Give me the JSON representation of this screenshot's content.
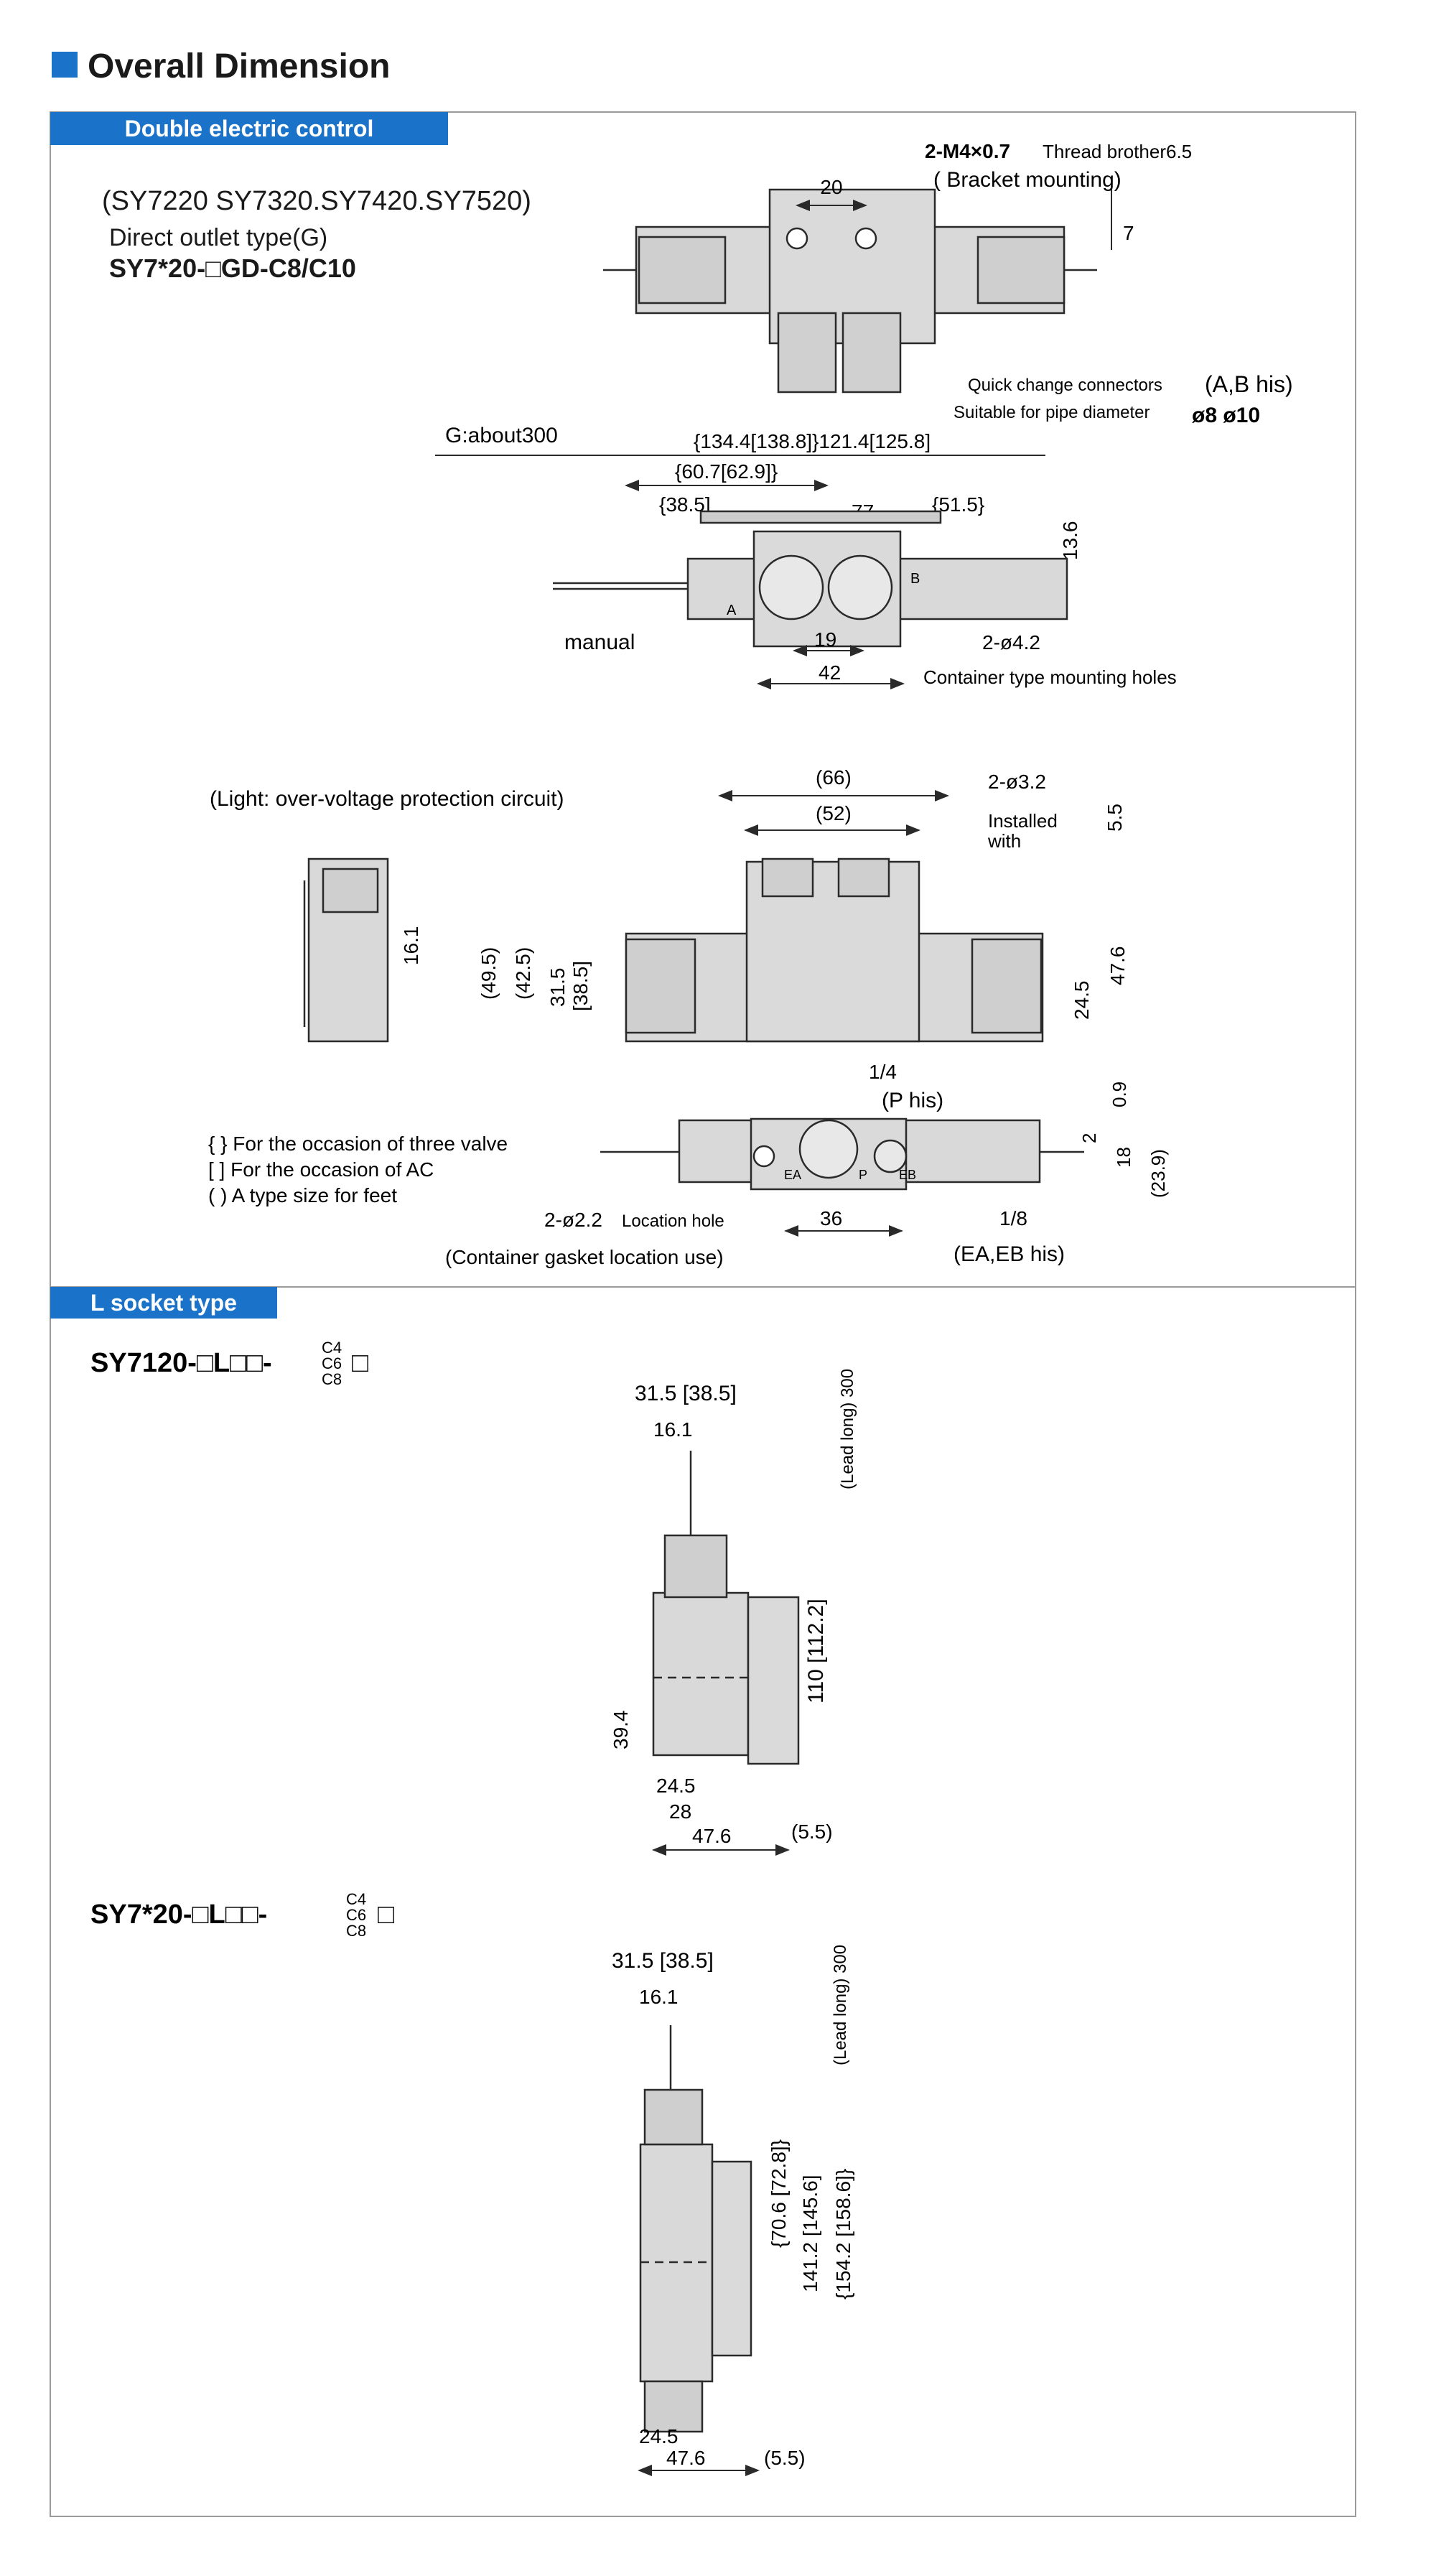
{
  "title": "Overall Dimension",
  "colors": {
    "accent": "#1a73c8",
    "line": "#2a2a2a",
    "body": "#d9d9d9",
    "frame": "#9a9a9a"
  },
  "sections": [
    {
      "tag": "Double electric control",
      "models_line": "(SY7220 SY7320.SY7420.SY7520)",
      "subtitle": "Direct outlet type(G)",
      "code": "SY7*20-□GD-C8/C10",
      "top_view": {
        "dims": {
          "d20": "20",
          "d7": "7"
        },
        "thread_label": "2-M4×0.7",
        "thread_suffix": "Thread brother6.5",
        "bracket": "( Bracket mounting)"
      },
      "front_view": {
        "quick_change": "Quick change connectors",
        "quick_change_ab": "(A,B his)",
        "pipe_diameter": "Suitable for pipe diameter",
        "pipe_sizes": "ø8 ø10",
        "lead_label": "G:about300",
        "dims": {
          "overall": "{134.4[138.8]}121.4[125.8]",
          "d60_7": "{60.7[62.9]}",
          "d38_5": "{38.5]",
          "d77": "77",
          "d51_5": "{51.5}",
          "d13_6": "13.6",
          "d19": "19",
          "d42": "42",
          "holes": "2-ø4.2"
        },
        "manual": "manual",
        "mounting_holes": "Container type mounting holes",
        "port_a": "A",
        "port_b": "B"
      },
      "side_view": {
        "light_note": "(Light: over-voltage protection circuit)",
        "dims": {
          "d66": "(66)",
          "d52": "(52)",
          "holes": "2-ø3.2",
          "installed": "Installed",
          "with": "with",
          "d5_5": "5.5",
          "d49_5": "(49.5)",
          "d42_5": "(42.5)",
          "d31_5": "31.5",
          "d38_5": "[38.5]",
          "d16_1": "16.1",
          "d47_6": "47.6",
          "d24_5": "24.5"
        }
      },
      "bottom_view": {
        "notes": [
          "{  } For the occasion of three valve",
          "[   ] For the occasion of AC",
          "(   ) A type size for feet"
        ],
        "dims": {
          "q1_4": "1/4",
          "p_his": "(P his)",
          "d0_9": "0.9",
          "d2": "2",
          "d18": "18",
          "d23_9": "(23.9)",
          "d36": "36",
          "q1_8": "1/8",
          "ea_eb": "(EA,EB his)"
        },
        "location_prefix": "2-ø2.2",
        "location_label": "Location hole",
        "gasket_note": "(Container gasket location use)",
        "ports": {
          "ea": "EA",
          "p": "P",
          "eb": "EB"
        }
      }
    },
    {
      "tag": "L socket type",
      "variants": [
        {
          "code_prefix": "SY7120-□L□□-",
          "stack": [
            "C4",
            "C6",
            "C8"
          ],
          "code_suffix": "□",
          "dims": {
            "top_width": "31.5 [38.5]",
            "d16_1": "16.1",
            "lead": "(Lead long) 300",
            "height": "110 [112.2]",
            "d39_4": "39.4",
            "d24_5": "24.5",
            "d28": "28",
            "d47_6": "47.6",
            "d5_5": "(5.5)"
          }
        },
        {
          "code_prefix": "SY7*20-□L□□-",
          "stack": [
            "C4",
            "C6",
            "C8"
          ],
          "code_suffix": "□",
          "dims": {
            "top_width": "31.5 [38.5]",
            "d16_1": "16.1",
            "lead": "(Lead long) 300",
            "h1": "{70.6 [72.8]}",
            "h2": "141.2 [145.6]",
            "h3": "{154.2 [158.6]}",
            "d24_5": "24.5",
            "d47_6": "47.6",
            "d5_5": "(5.5)"
          }
        }
      ]
    }
  ]
}
